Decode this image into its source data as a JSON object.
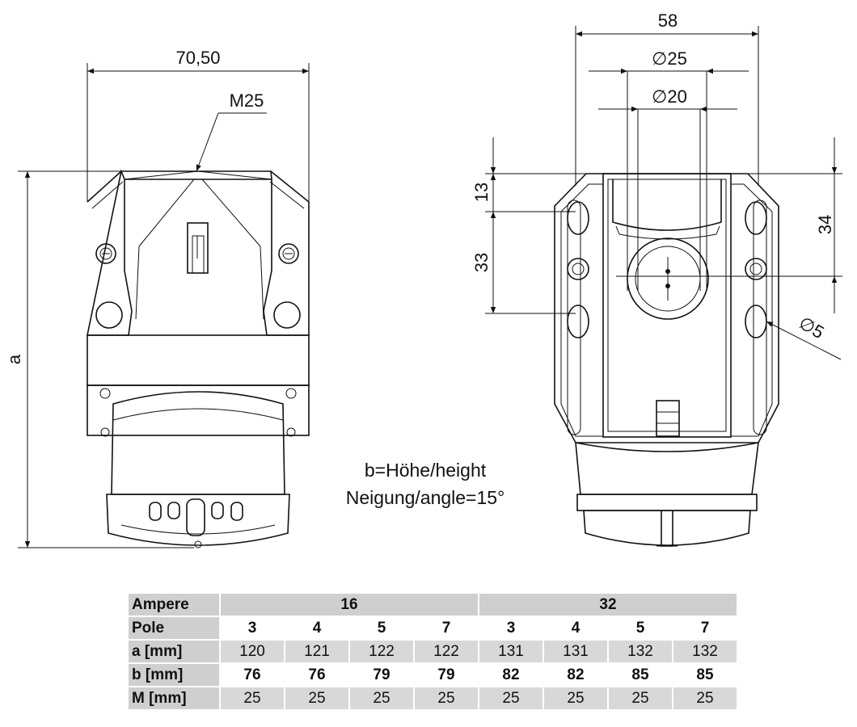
{
  "dimensions": {
    "left_width": "70,50",
    "thread": "M25",
    "height_label": "a",
    "right_width": "58",
    "dia_outer": "∅25",
    "dia_inner": "∅20",
    "v13": "13",
    "v33": "33",
    "v34": "34",
    "hole": "∅5"
  },
  "notes": {
    "line1": "b=Höhe/height",
    "line2": "Neigung/angle=15°"
  },
  "table": {
    "row_labels": [
      "Ampere",
      "Pole",
      "a [mm]",
      "b [mm]",
      "M [mm]"
    ],
    "ampere_groups": [
      "16",
      "32"
    ],
    "pole": [
      "3",
      "4",
      "5",
      "7",
      "3",
      "4",
      "5",
      "7"
    ],
    "a_mm": [
      "120",
      "121",
      "122",
      "122",
      "131",
      "131",
      "132",
      "132"
    ],
    "b_mm": [
      "76",
      "76",
      "79",
      "79",
      "82",
      "82",
      "85",
      "85"
    ],
    "m_mm": [
      "25",
      "25",
      "25",
      "25",
      "25",
      "25",
      "25",
      "25"
    ]
  }
}
